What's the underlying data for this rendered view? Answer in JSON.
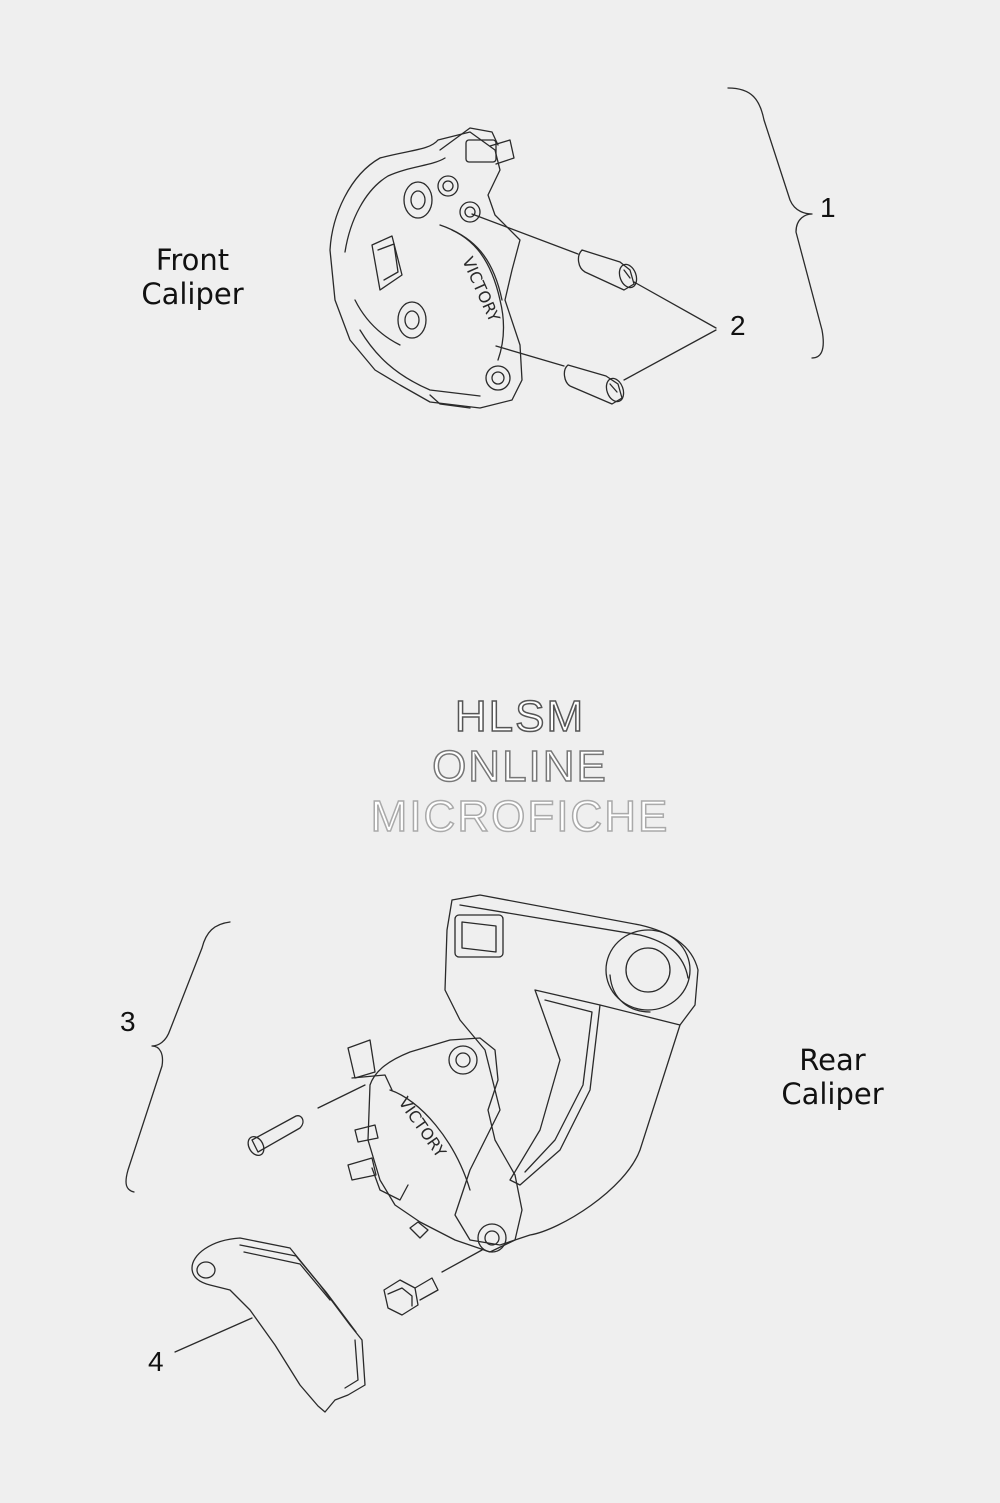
{
  "labels": {
    "front_line1": "Front",
    "front_line2": "Caliper",
    "rear_line1": "Rear",
    "rear_line2": "Caliper"
  },
  "callouts": {
    "c1": "1",
    "c2": "2",
    "c3": "3",
    "c4": "4"
  },
  "watermark": {
    "line1": "HLSM",
    "line2": "ONLINE",
    "line3": "MICROFICHE"
  },
  "colors": {
    "background": "#efefef",
    "line": "#2a2a2a"
  }
}
